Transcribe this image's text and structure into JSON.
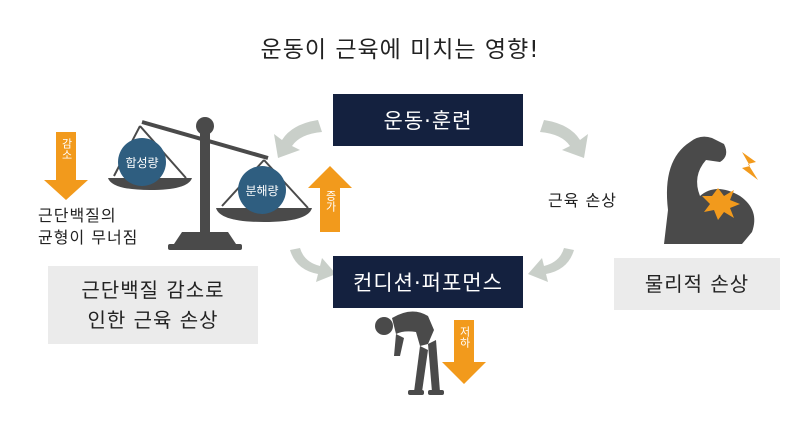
{
  "title": "운동이 근육에 미치는 영향!",
  "boxes": {
    "exercise": "운동·훈련",
    "condition": "컨디션·퍼포먼스",
    "physical_damage": "물리적 손상",
    "protein_loss_line1": "근단백질 감소로",
    "protein_loss_line2": "인한 근육 손상"
  },
  "labels": {
    "muscle_damage": "근육 손상",
    "balance_line1": "근단백질의",
    "balance_line2": "균형이 무너짐",
    "synthesis": "합성량",
    "breakdown": "분해량",
    "decrease": "감소",
    "increase": "증가",
    "drop": "저하"
  },
  "colors": {
    "navy": "#14213f",
    "orange": "#f29a1c",
    "grey_box": "#ebebeb",
    "cycle_arrow": "#c9cfc9",
    "circle_blue": "#2f5e80",
    "dark_grey": "#4a4a4a"
  }
}
